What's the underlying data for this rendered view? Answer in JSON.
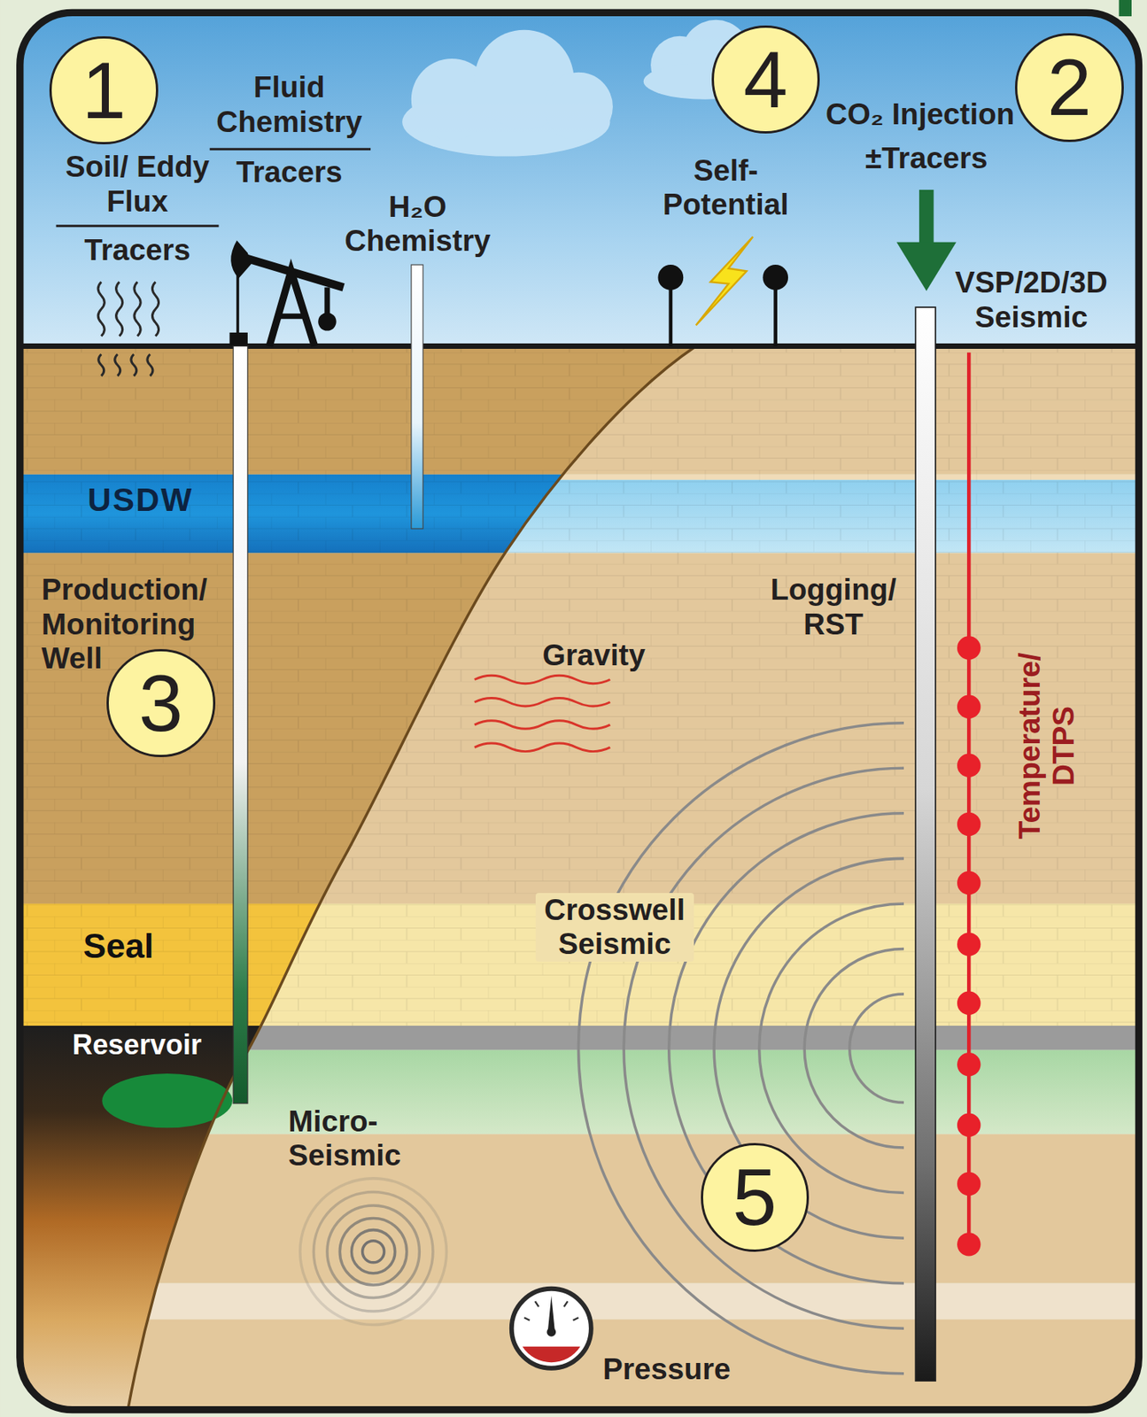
{
  "diagram": {
    "nodes": [
      {
        "text": [
          "1"
        ]
      },
      {
        "text": [
          "4"
        ]
      },
      {
        "text": [
          "2"
        ]
      },
      {
        "text": [
          "3"
        ]
      },
      {
        "text": [
          "5"
        ]
      }
    ],
    "labels": [
      "Fluid Chemistry",
      "Tracers",
      "Soil/ Eddy Flux",
      "Tracers",
      "H₂O Chemistry",
      "Self- Potential",
      "CO₂ Injection",
      "±Tracers",
      "VSP/2D/3D Seismic",
      "USDW",
      "Production/ Monitoring Well",
      "Logging/ RST",
      "Gravity",
      "Temperature/ DTPS",
      "Seal",
      "Crosswell Seismic",
      "Reservoir",
      "Micro- Seismic",
      "Pressure"
    ]
  }
}
